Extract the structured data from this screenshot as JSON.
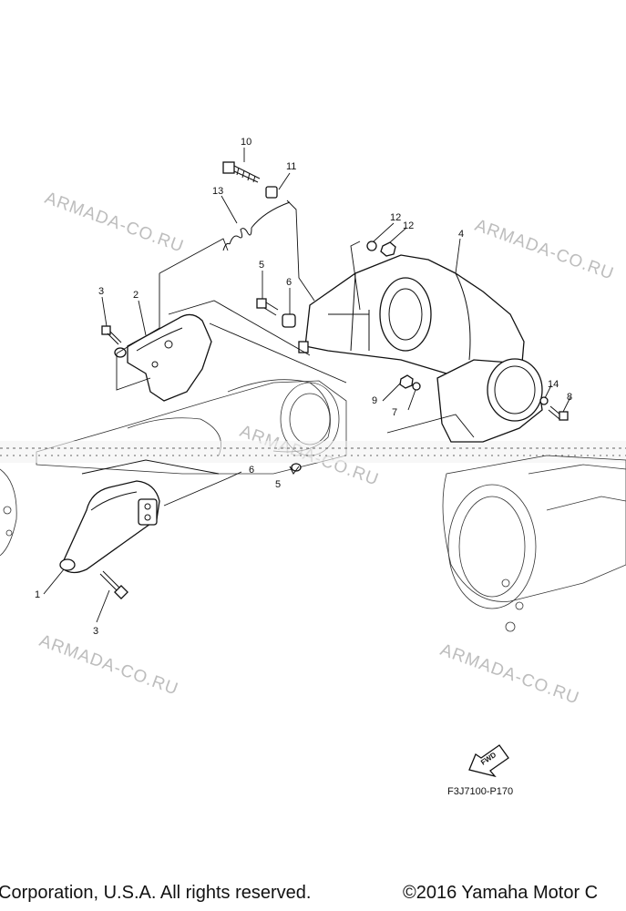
{
  "diagram": {
    "callouts": [
      {
        "id": "c1",
        "text": "1"
      },
      {
        "id": "c2",
        "text": "2"
      },
      {
        "id": "c3a",
        "text": "3"
      },
      {
        "id": "c3b",
        "text": "3"
      },
      {
        "id": "c4",
        "text": "4"
      },
      {
        "id": "c5a",
        "text": "5"
      },
      {
        "id": "c5b",
        "text": "5"
      },
      {
        "id": "c6a",
        "text": "6"
      },
      {
        "id": "c6b",
        "text": "6"
      },
      {
        "id": "c7",
        "text": "7"
      },
      {
        "id": "c8",
        "text": "8"
      },
      {
        "id": "c9",
        "text": "9"
      },
      {
        "id": "c10",
        "text": "10"
      },
      {
        "id": "c11",
        "text": "11"
      },
      {
        "id": "c12a",
        "text": "12"
      },
      {
        "id": "c12b",
        "text": "12"
      },
      {
        "id": "c13",
        "text": "13"
      },
      {
        "id": "c14",
        "text": "14"
      }
    ],
    "watermark": "ARMADA-CO.RU",
    "fwd_label": "FWD",
    "figure_code": "F3J7100-P170"
  },
  "footer": {
    "left": "Corporation, U.S.A. All rights reserved.",
    "right": "©2016 Yamaha Motor C"
  }
}
